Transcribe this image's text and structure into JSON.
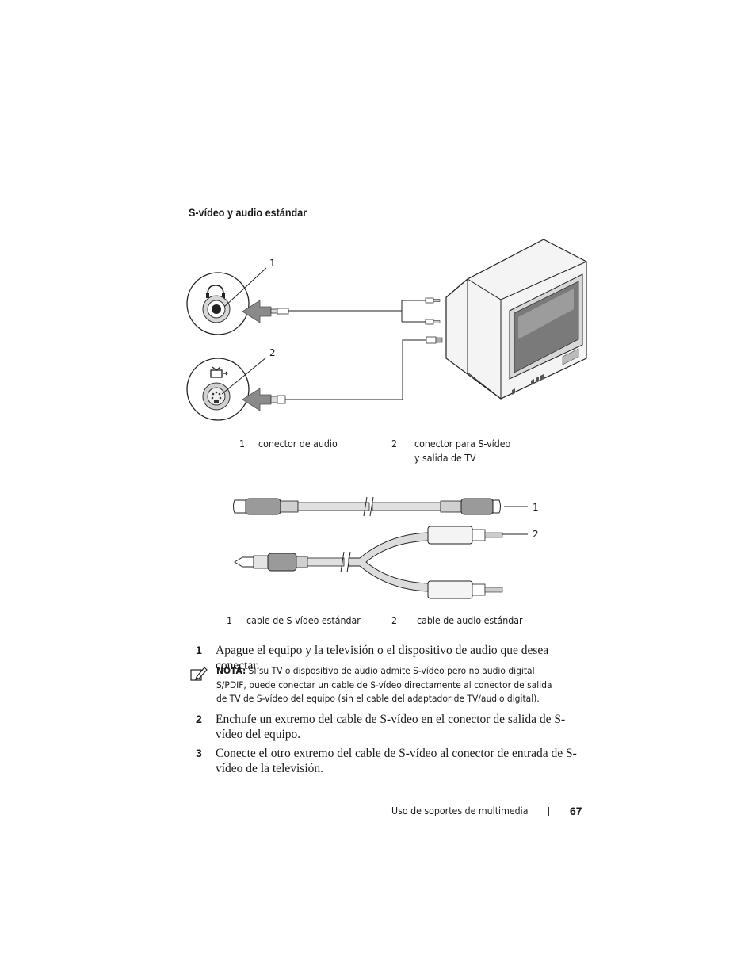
{
  "section": {
    "heading": "S-vídeo y audio estándar"
  },
  "figure1": {
    "callouts": [
      "1",
      "2"
    ],
    "captions": [
      {
        "num": "1",
        "text": "conector de audio"
      },
      {
        "num": "2",
        "line1": "conector para S-vídeo",
        "line2": "y salida de TV"
      }
    ]
  },
  "figure2": {
    "callouts": [
      "1",
      "2"
    ],
    "captions": [
      {
        "num": "1",
        "text": "cable de S-vídeo estándar"
      },
      {
        "num": "2",
        "text": "cable de audio estándar"
      }
    ]
  },
  "steps": [
    {
      "num": "1",
      "text": "Apague el equipo y la televisión o el dispositivo de audio que desea conectar."
    },
    {
      "num": "2",
      "text": "Enchufe un extremo del cable de S-vídeo en el conector de salida de S-vídeo del equipo."
    },
    {
      "num": "3",
      "text": "Conecte el otro extremo del cable de S-vídeo al conector de entrada de S-vídeo de la televisión."
    }
  ],
  "note": {
    "label": "NOTA:",
    "text": "Si su TV o dispositivo de audio admite S-vídeo pero no audio digital S/PDIF, puede conectar un cable de S-vídeo directamente al conector de salida de TV de S-vídeo del equipo (sin el cable del adaptador de TV/audio digital).",
    "icon": "pencil-note-icon"
  },
  "footer": {
    "section": "Uso de soportes de multimedia",
    "page": "67"
  }
}
